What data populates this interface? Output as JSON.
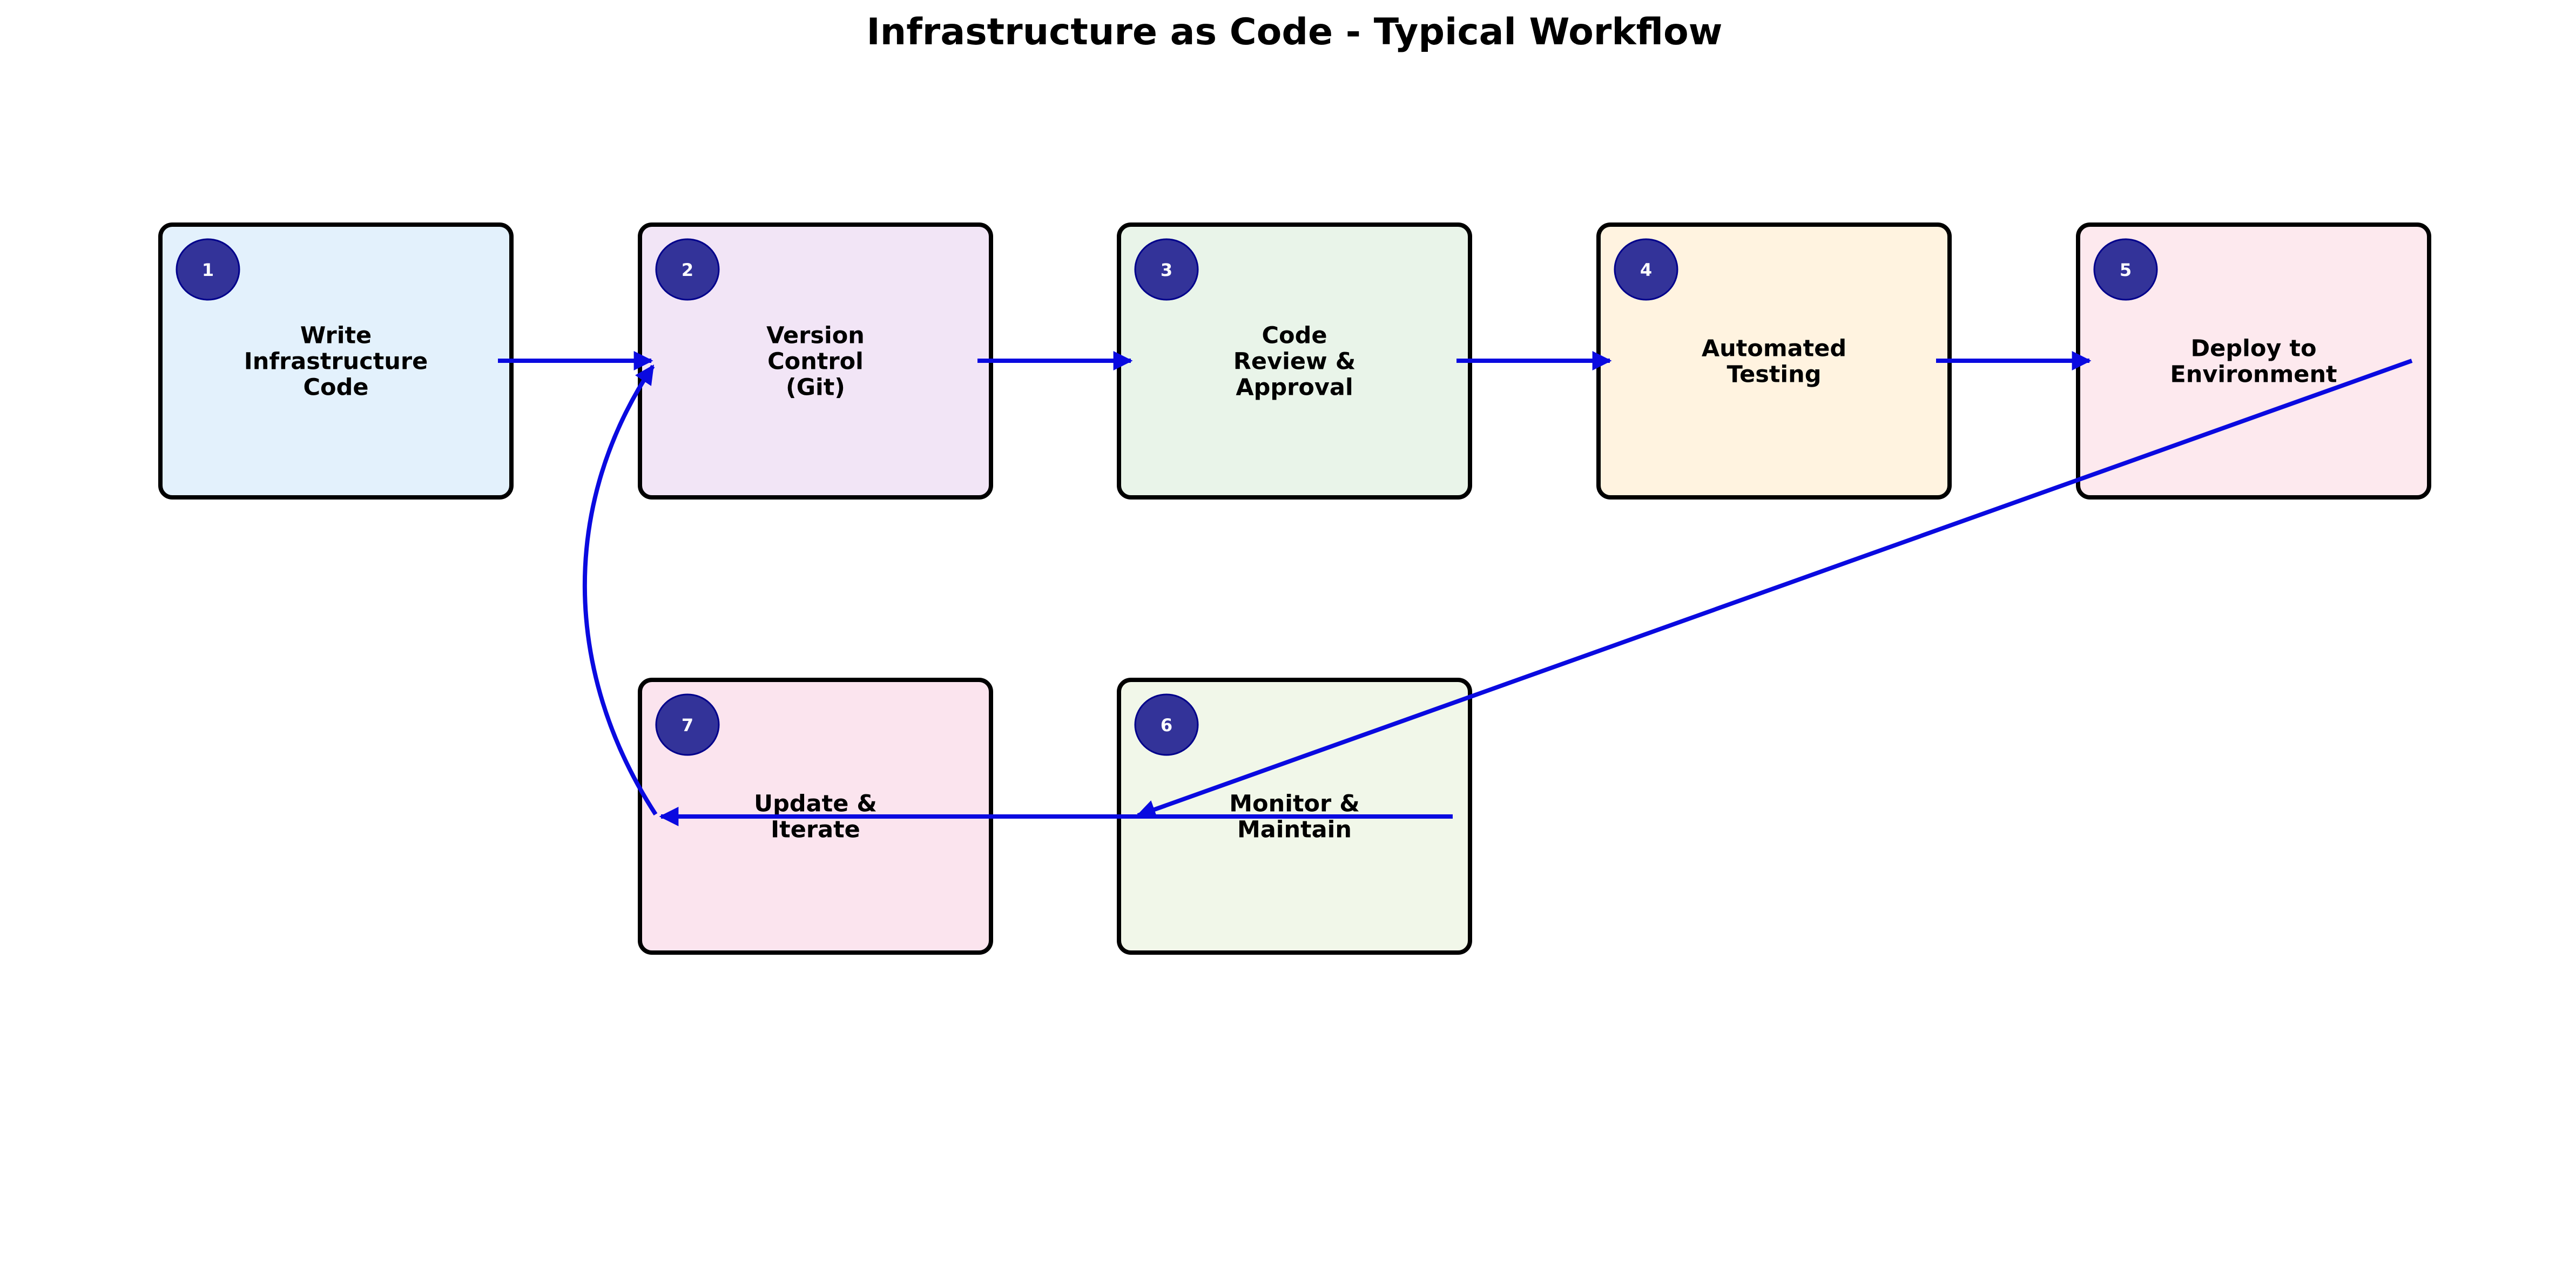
{
  "title": "Infrastructure as Code - Typical Workflow",
  "colors": {
    "arrow": "#0a0ae0",
    "badge": "#333399",
    "box_border": "#000000"
  },
  "steps": [
    {
      "number": "1",
      "lines": [
        "Write",
        "Infrastructure",
        "Code"
      ],
      "fill": "#e3f1fc"
    },
    {
      "number": "2",
      "lines": [
        "Version",
        "Control",
        "(Git)"
      ],
      "fill": "#f2e5f6"
    },
    {
      "number": "3",
      "lines": [
        "Code",
        "Review &",
        "Approval"
      ],
      "fill": "#e9f4e9"
    },
    {
      "number": "4",
      "lines": [
        "Automated",
        "Testing"
      ],
      "fill": "#fff3e0"
    },
    {
      "number": "5",
      "lines": [
        "Deploy to",
        "Environment"
      ],
      "fill": "#fde9ee"
    },
    {
      "number": "6",
      "lines": [
        "Monitor &",
        "Maintain"
      ],
      "fill": "#f1f7e9"
    },
    {
      "number": "7",
      "lines": [
        "Update &",
        "Iterate"
      ],
      "fill": "#fbe4ee"
    }
  ],
  "connections": [
    {
      "from": "1",
      "to": "2"
    },
    {
      "from": "2",
      "to": "3"
    },
    {
      "from": "3",
      "to": "4"
    },
    {
      "from": "4",
      "to": "5"
    },
    {
      "from": "5",
      "to": "6"
    },
    {
      "from": "6",
      "to": "7"
    },
    {
      "from": "7",
      "to": "2"
    }
  ]
}
